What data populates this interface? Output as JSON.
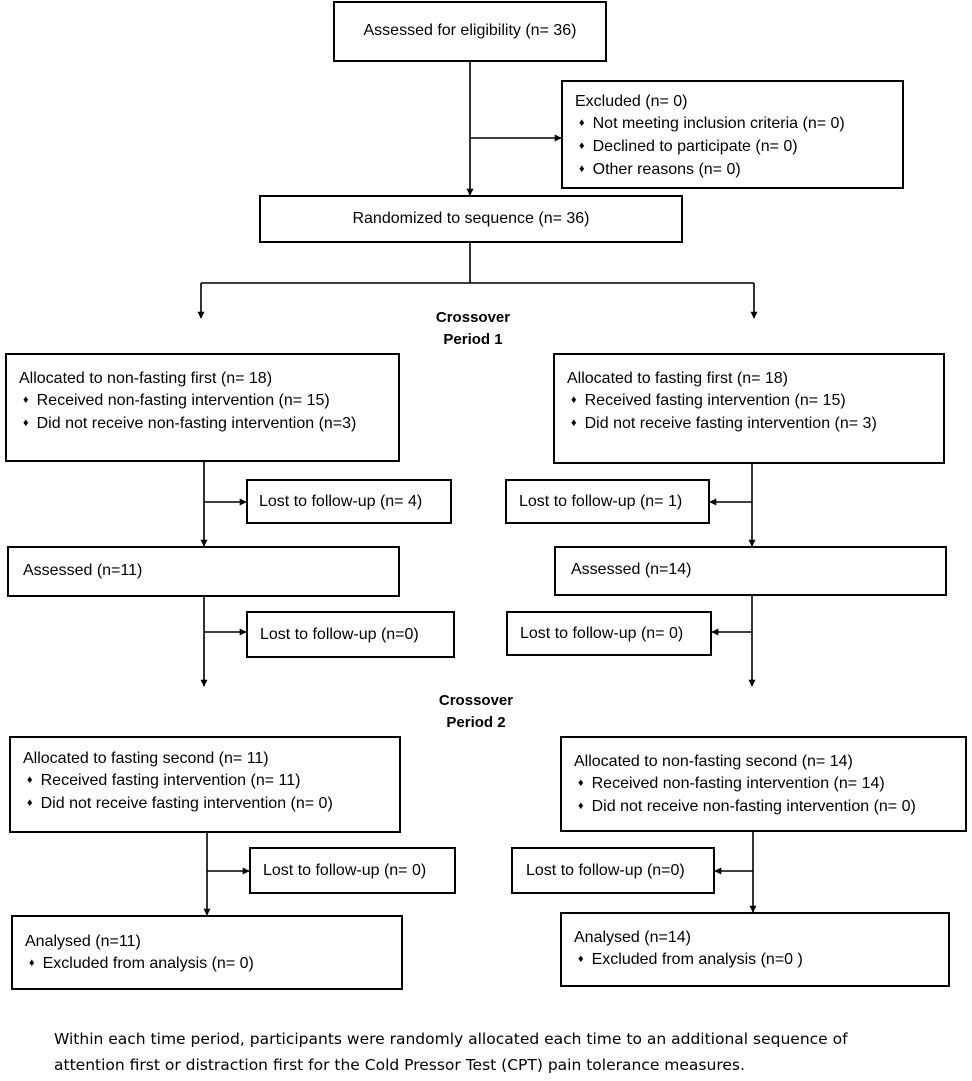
{
  "assessed": "Assessed for eligibility (n= 36)",
  "excluded": {
    "title": "Excluded (n= 0)",
    "items": [
      "Not meeting inclusion criteria (n= 0)",
      "Declined to participate (n= 0)",
      "Other reasons (n= 0)"
    ]
  },
  "randomized": "Randomized to sequence (n= 36)",
  "period1_label": [
    "Crossover",
    "Period 1"
  ],
  "period2_label": [
    "Crossover",
    "Period 2"
  ],
  "left": {
    "allocated1": {
      "title": "Allocated to non-fasting first (n= 18)",
      "items": [
        "Received non-fasting intervention (n= 15)",
        "Did not receive non-fasting intervention (n=3)"
      ]
    },
    "lost1": "Lost to follow-up (n= 4)",
    "assessed": "Assessed  (n=11)",
    "lost2": "Lost to follow-up (n=0)",
    "allocated2": {
      "title": "Allocated to fasting second (n= 11)",
      "items": [
        "Received fasting intervention (n= 11)",
        "Did not receive fasting intervention (n= 0)"
      ]
    },
    "lost3": "Lost to follow-up (n= 0)",
    "analysed": {
      "title": "Analysed  (n=11)",
      "items": [
        "Excluded from analysis (n= 0)"
      ]
    }
  },
  "right": {
    "allocated1": {
      "title": "Allocated to fasting first (n= 18)",
      "items": [
        "Received fasting intervention (n= 15)",
        "Did not receive fasting intervention (n= 3)"
      ]
    },
    "lost1": "Lost to follow-up (n= 1)",
    "assessed": "Assessed  (n=14)",
    "lost2": "Lost to follow-up (n= 0)",
    "allocated2": {
      "title": "Allocated to non-fasting second (n= 14)",
      "items": [
        "Received non-fasting intervention (n= 14)",
        "Did not receive non-fasting intervention (n= 0)"
      ]
    },
    "lost3": "Lost to follow-up (n=0)",
    "analysed": {
      "title": "Analysed  (n=14)",
      "items": [
        "Excluded from analysis (n=0 )"
      ]
    }
  },
  "footnote": [
    "Within each time period, participants were randomly allocated each time to an additional sequence of",
    "attention first or distraction first for the Cold Pressor Test (CPT) pain tolerance measures."
  ]
}
